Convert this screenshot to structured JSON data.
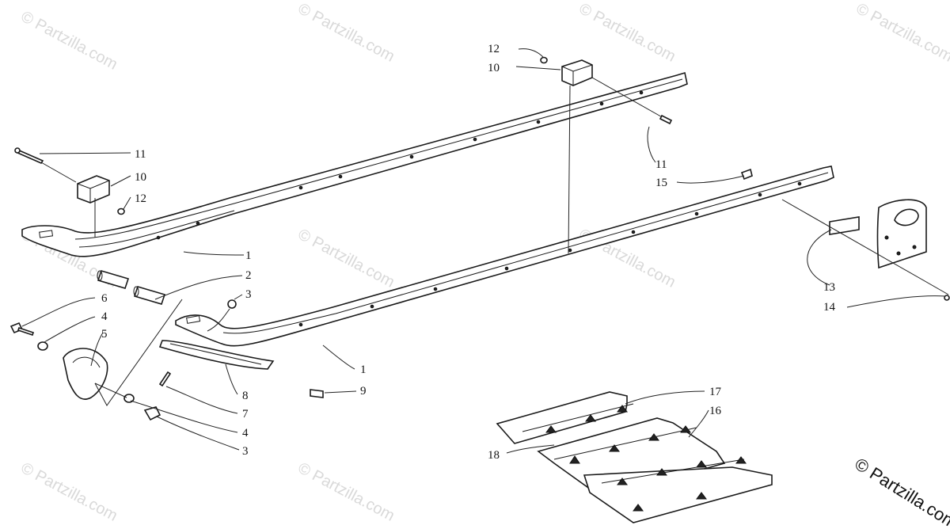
{
  "watermark_text": "© Partzilla.com",
  "corner_copyright": "© Partzilla.com",
  "callouts": [
    {
      "id": "c12-top",
      "text": "12"
    },
    {
      "id": "c10-top",
      "text": "10"
    },
    {
      "id": "c11-left",
      "text": "11"
    },
    {
      "id": "c10-left",
      "text": "10"
    },
    {
      "id": "c12-left",
      "text": "12"
    },
    {
      "id": "c11-right",
      "text": "11"
    },
    {
      "id": "c15",
      "text": "15"
    },
    {
      "id": "c1-upper",
      "text": "1"
    },
    {
      "id": "c2",
      "text": "2"
    },
    {
      "id": "c3-upper",
      "text": "3"
    },
    {
      "id": "c6",
      "text": "6"
    },
    {
      "id": "c4-upper",
      "text": "4"
    },
    {
      "id": "c5",
      "text": "5"
    },
    {
      "id": "c1-lower",
      "text": "1"
    },
    {
      "id": "c9",
      "text": "9"
    },
    {
      "id": "c8",
      "text": "8"
    },
    {
      "id": "c7",
      "text": "7"
    },
    {
      "id": "c4-lower",
      "text": "4"
    },
    {
      "id": "c3-lower",
      "text": "3"
    },
    {
      "id": "c13",
      "text": "13"
    },
    {
      "id": "c14",
      "text": "14"
    },
    {
      "id": "c17",
      "text": "17"
    },
    {
      "id": "c16",
      "text": "16"
    },
    {
      "id": "c18",
      "text": "18"
    }
  ]
}
